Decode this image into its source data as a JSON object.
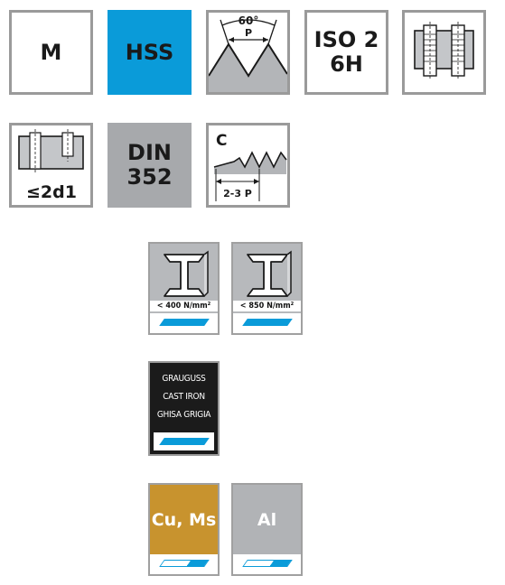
{
  "row1": {
    "thread_type": "M",
    "material": "HSS",
    "angle": "60°",
    "pitch": "P",
    "tolerance_line1": "ISO 2",
    "tolerance_line2": "6H"
  },
  "row2": {
    "depth": "≤2d1",
    "standard_line1": "DIN",
    "standard_line2": "352",
    "chamfer_form": "C",
    "chamfer_length": "2-3 P"
  },
  "materials": {
    "steel_400": "< 400 N/mm²",
    "steel_850": "< 850 N/mm²",
    "cast_line1": "GRAUGUSS",
    "cast_line2": "CAST IRON",
    "cast_line3": "GHISA GRIGIA",
    "copper": "Cu, Ms",
    "aluminium": "Al"
  },
  "colors": {
    "accent": "#0a9bd9",
    "grey": "#a7a9ac",
    "copper": "#c8932e",
    "aluminium": "#b1b3b6",
    "cast": "#1b1b1b"
  }
}
